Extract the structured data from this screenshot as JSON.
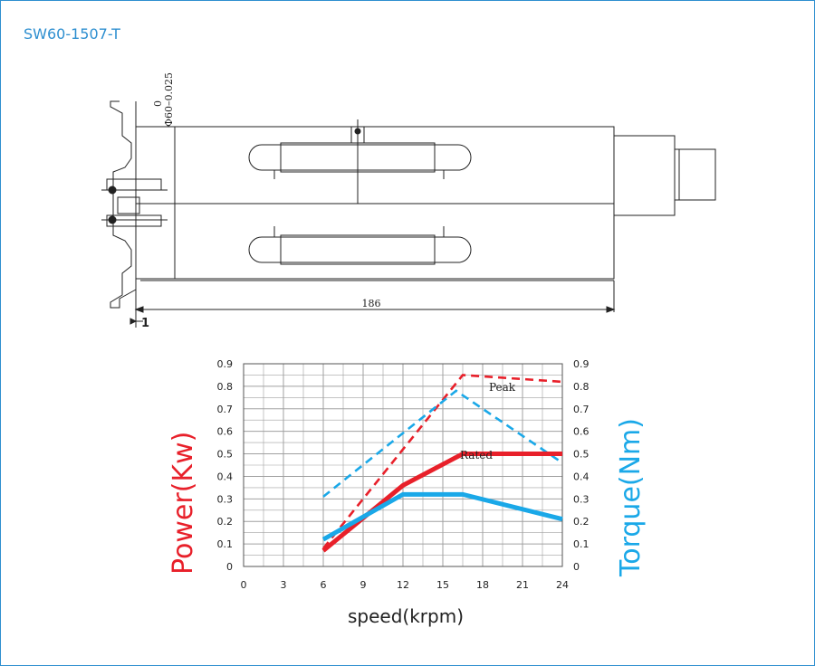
{
  "model_title": "SW60-1507-T",
  "drawing": {
    "dim_shaft_label": "Φ60–0.025",
    "dim_shaft_tolerance_top": "0",
    "dim_length": "186",
    "dim_flange": "1"
  },
  "colors": {
    "frame": "#2e8fd0",
    "power": "#e8202a",
    "torque": "#1aa8e8",
    "grid": "#a0a0a0",
    "line": "#222222"
  },
  "chart_data": {
    "type": "line",
    "xlabel": "speed(krpm)",
    "ylabel_left": "Power(Kw)",
    "ylabel_right": "Torque(Nm)",
    "xlim": [
      0,
      24
    ],
    "ylim": [
      0,
      0.9
    ],
    "x_ticks": [
      "0",
      "3",
      "6",
      "9",
      "12",
      "15",
      "18",
      "21",
      "24"
    ],
    "y_ticks": [
      "0",
      "0.1",
      "0.2",
      "0.3",
      "0.4",
      "0.5",
      "0.6",
      "0.7",
      "0.8",
      "0.9"
    ],
    "grid": true,
    "annotations": [
      "Peak",
      "Rated"
    ],
    "series": [
      {
        "name": "",
        "axis": "power",
        "style": "dashed",
        "color": "#e8202a",
        "x": [
          6,
          16.5,
          24
        ],
        "y": [
          0.08,
          0.85,
          0.82
        ]
      },
      {
        "name": "",
        "axis": "torque",
        "style": "dashed",
        "color": "#1aa8e8",
        "x": [
          6,
          16,
          24
        ],
        "y": [
          0.31,
          0.78,
          0.46
        ]
      },
      {
        "name": "",
        "axis": "power",
        "style": "solid",
        "color": "#e8202a",
        "x": [
          6,
          12,
          16.5,
          24
        ],
        "y": [
          0.07,
          0.36,
          0.5,
          0.5
        ]
      },
      {
        "name": "",
        "axis": "torque",
        "style": "solid",
        "color": "#1aa8e8",
        "x": [
          6,
          12,
          16.5,
          24
        ],
        "y": [
          0.12,
          0.32,
          0.32,
          0.21
        ]
      }
    ]
  }
}
